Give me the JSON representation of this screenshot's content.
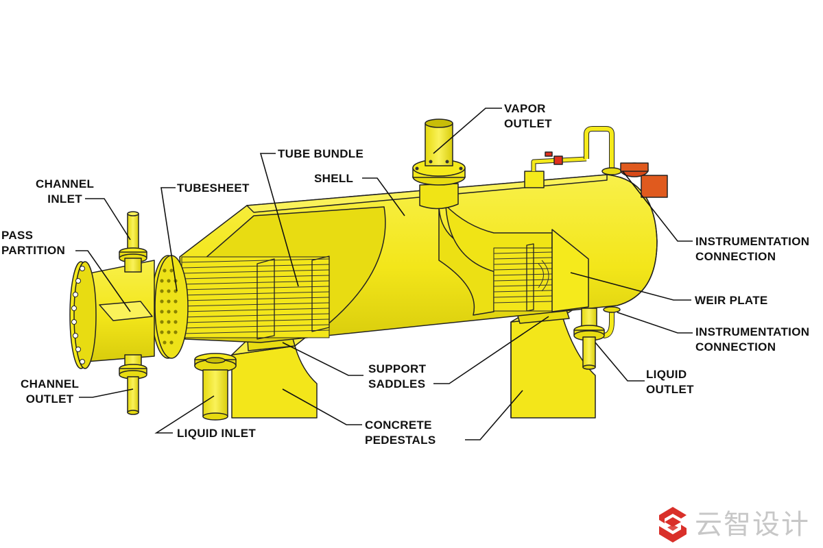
{
  "labels": {
    "channel_inlet": [
      "CHANNEL",
      "INLET"
    ],
    "pass_partition": [
      "PASS",
      "PARTITION"
    ],
    "tubesheet": [
      "TUBESHEET"
    ],
    "tube_bundle": [
      "TUBE BUNDLE"
    ],
    "shell": [
      "SHELL"
    ],
    "vapor_outlet": [
      "VAPOR",
      "OUTLET"
    ],
    "instrumentation_connection_top": [
      "INSTRUMENTATION",
      "CONNECTION"
    ],
    "weir_plate": [
      "WEIR PLATE"
    ],
    "instrumentation_connection_bottom": [
      "INSTRUMENTATION",
      "CONNECTION"
    ],
    "liquid_outlet": [
      "LIQUID",
      "OUTLET"
    ],
    "support_saddles": [
      "SUPPORT",
      "SADDLES"
    ],
    "concrete_pedestals": [
      "CONCRETE",
      "PEDESTALS"
    ],
    "liquid_inlet": [
      "LIQUID INLET"
    ],
    "channel_outlet": [
      "CHANNEL",
      "OUTLET"
    ]
  },
  "brand": {
    "text": "云智设计",
    "icon": "brand-logo-icon"
  },
  "colors": {
    "vessel": "#f5ea1c",
    "vessel_shade": "#d6cb0c",
    "outline": "#222222",
    "valve": "#e0301e",
    "box": "#e05a1e",
    "brand_red": "#d9302a",
    "brand_text": "#c7c7c7"
  }
}
